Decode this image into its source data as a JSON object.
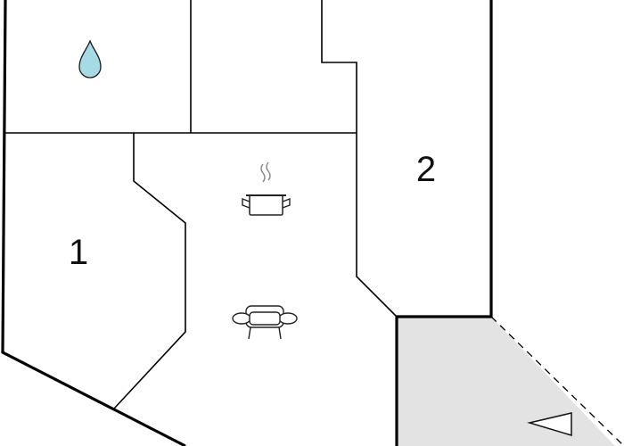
{
  "floor_plan": {
    "rooms": [
      {
        "id": "bedroom-1",
        "label": "1"
      },
      {
        "id": "bedroom-2",
        "label": "2"
      },
      {
        "id": "bathroom",
        "label": ""
      },
      {
        "id": "living-kitchen",
        "label": ""
      },
      {
        "id": "hall",
        "label": ""
      },
      {
        "id": "terrace",
        "label": ""
      }
    ],
    "icons": [
      "water-drop-icon",
      "cooking-pot-icon",
      "sofa-icon",
      "entrance-arrow-icon"
    ],
    "colors": {
      "wall": "#000000",
      "terrace_fill": "#e3e3e3",
      "water_drop": "#a6dbe6",
      "icon_stroke": "#222222",
      "steam": "#888888"
    }
  }
}
